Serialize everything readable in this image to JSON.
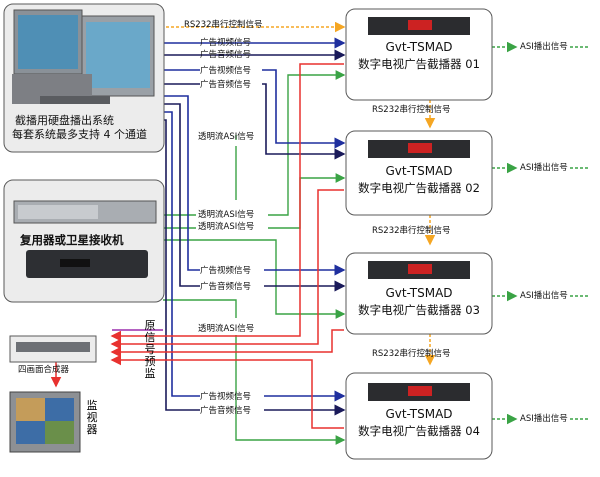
{
  "playout_system": {
    "line1": "截播用硬盘播出系统",
    "line2": "每套系统最多支持 4 个通道"
  },
  "receiver": {
    "label": "复用器或卫星接收机"
  },
  "quad_combiner": {
    "label": "四画面合成器"
  },
  "monitor": {
    "label": "监视器"
  },
  "preview_labels": {
    "original": "原信号",
    "preview": "预监"
  },
  "encoders": [
    {
      "model": "Gvt-TSMAD",
      "name": "数字电视广告截播器 01"
    },
    {
      "model": "Gvt-TSMAD",
      "name": "数字电视广告截播器 02"
    },
    {
      "model": "Gvt-TSMAD",
      "name": "数字电视广告截播器 03"
    },
    {
      "model": "Gvt-TSMAD",
      "name": "数字电视广告截播器 04"
    }
  ],
  "signals": {
    "rs232": "RS232串行控制信号",
    "ad_video": "广告视频信号",
    "ad_audio": "广告音频信号",
    "asi_transparent": "透明流ASI信号",
    "asi_out": "ASI播出信号"
  },
  "colors": {
    "rs232": "#f5a623",
    "ad_video": "#1f2f9e",
    "ad_audio": "#1a1a5a",
    "asi": "#3aa345",
    "preview": "#e8312f",
    "purple": "#9b2fae"
  }
}
